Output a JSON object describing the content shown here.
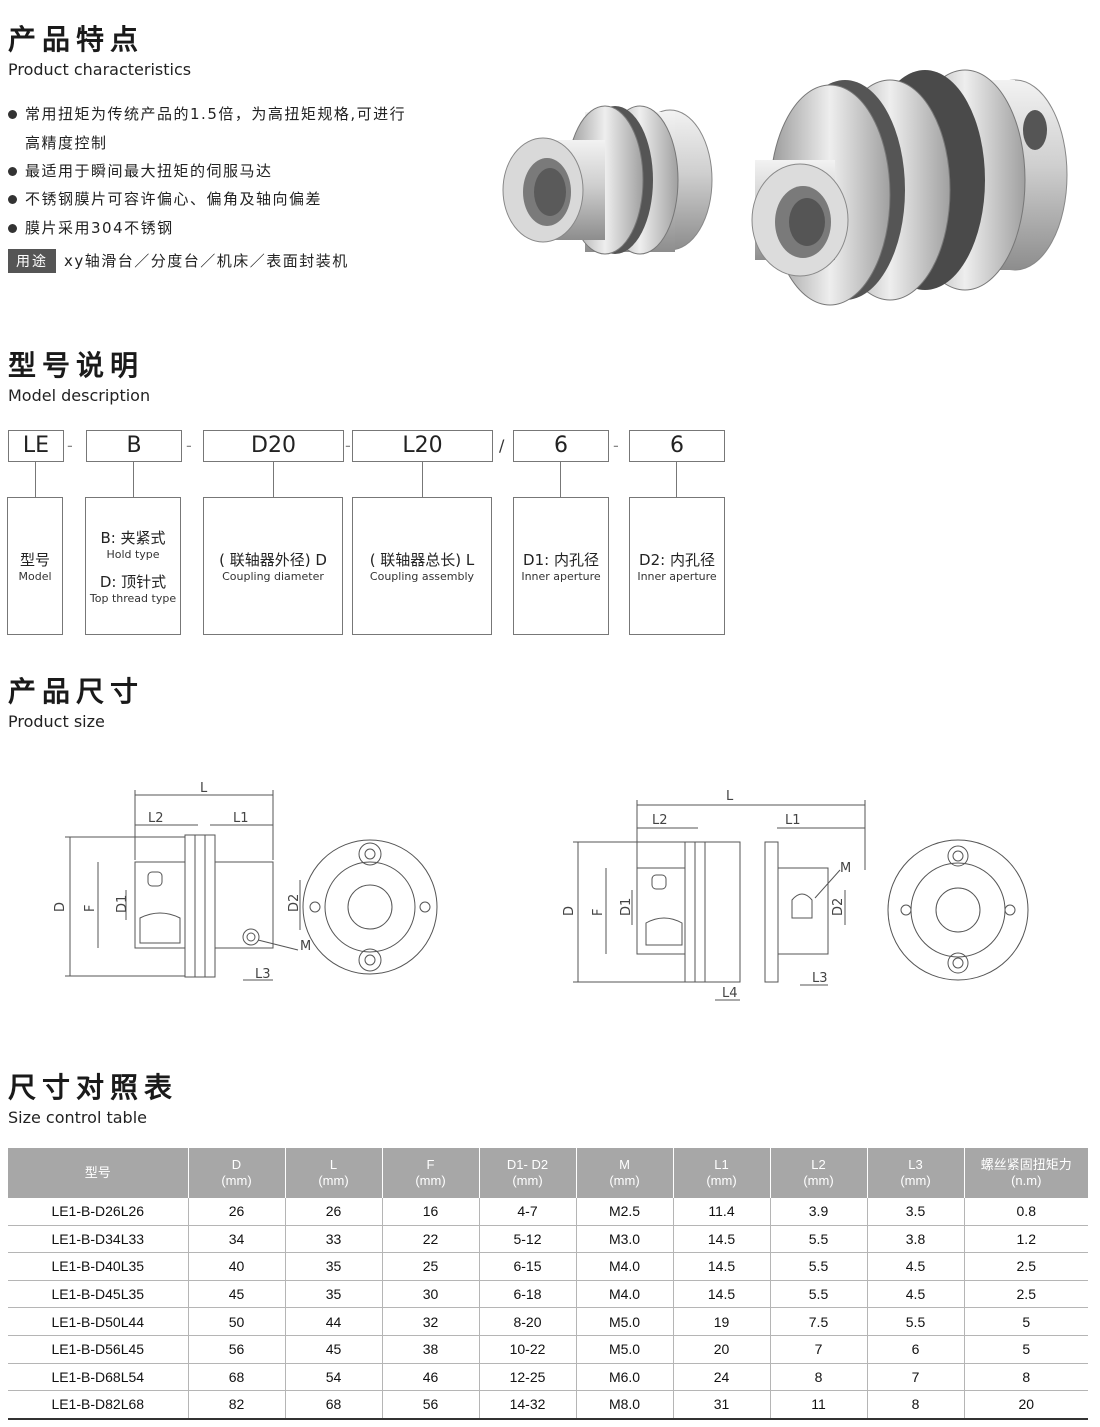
{
  "sections": {
    "features": {
      "title_cn": "产品特点",
      "title_en": "Product characteristics"
    },
    "model": {
      "title_cn": "型号说明",
      "title_en": "Model description"
    },
    "size": {
      "title_cn": "产品尺寸",
      "title_en": "Product size"
    },
    "table": {
      "title_cn": "尺寸对照表",
      "title_en": "Size control table"
    }
  },
  "features": [
    "常用扭矩为传统产品的1.5倍，为高扭矩规格,可进行",
    "高精度控制",
    "最适用于瞬间最大扭矩的伺服马达",
    "不锈钢膜片可容许偏心、偏角及轴向偏差",
    "膜片采用304不锈钢"
  ],
  "usage": {
    "tag": "用途",
    "text": "xy轴滑台／分度台／机床／表面封装机"
  },
  "model_code": {
    "parts": [
      "LE",
      "B",
      "D20",
      "L20",
      "6",
      "6"
    ],
    "separators": [
      "-",
      "-",
      "-",
      "/",
      "-"
    ]
  },
  "model_desc": [
    {
      "cn": "型号",
      "en": "Model"
    },
    {
      "cn": "B: 夹紧式",
      "en": "Hold type",
      "cn2": "D: 顶针式",
      "en2": "Top thread type"
    },
    {
      "cn": "( 联轴器外径) D",
      "en": "Coupling diameter"
    },
    {
      "cn": "( 联轴器总长) L",
      "en": "Coupling assembly"
    },
    {
      "cn": "D1: 内孔径",
      "en": "Inner aperture"
    },
    {
      "cn": "D2: 内孔径",
      "en": "Inner aperture"
    }
  ],
  "drawing_labels": {
    "L": "L",
    "L1": "L1",
    "L2": "L2",
    "L3": "L3",
    "L4": "L4",
    "D": "D",
    "F": "F",
    "D1": "D1",
    "D2": "D2",
    "M": "M"
  },
  "table": {
    "headers": [
      [
        "型号",
        ""
      ],
      [
        "D",
        "(mm)"
      ],
      [
        "L",
        "(mm)"
      ],
      [
        "F",
        "(mm)"
      ],
      [
        "D1- D2",
        "(mm)"
      ],
      [
        "M",
        "(mm)"
      ],
      [
        "L1",
        "(mm)"
      ],
      [
        "L2",
        "(mm)"
      ],
      [
        "L3",
        "(mm)"
      ],
      [
        "螺丝紧固扭矩力",
        "(n.m)"
      ]
    ],
    "rows": [
      [
        "LE1-B-D26L26",
        "26",
        "26",
        "16",
        "4-7",
        "M2.5",
        "11.4",
        "3.9",
        "3.5",
        "0.8"
      ],
      [
        "LE1-B-D34L33",
        "34",
        "33",
        "22",
        "5-12",
        "M3.0",
        "14.5",
        "5.5",
        "3.8",
        "1.2"
      ],
      [
        "LE1-B-D40L35",
        "40",
        "35",
        "25",
        "6-15",
        "M4.0",
        "14.5",
        "5.5",
        "4.5",
        "2.5"
      ],
      [
        "LE1-B-D45L35",
        "45",
        "35",
        "30",
        "6-18",
        "M4.0",
        "14.5",
        "5.5",
        "4.5",
        "2.5"
      ],
      [
        "LE1-B-D50L44",
        "50",
        "44",
        "32",
        "8-20",
        "M5.0",
        "19",
        "7.5",
        "5.5",
        "5"
      ],
      [
        "LE1-B-D56L45",
        "56",
        "45",
        "38",
        "10-22",
        "M5.0",
        "20",
        "7",
        "6",
        "5"
      ],
      [
        "LE1-B-D68L54",
        "68",
        "54",
        "46",
        "12-25",
        "M6.0",
        "24",
        "8",
        "7",
        "8"
      ],
      [
        "LE1-B-D82L68",
        "82",
        "68",
        "56",
        "14-32",
        "M8.0",
        "31",
        "11",
        "8",
        "20"
      ]
    ]
  },
  "colors": {
    "header_gray": "#a7a7a7",
    "usage_tag": "#555555"
  }
}
